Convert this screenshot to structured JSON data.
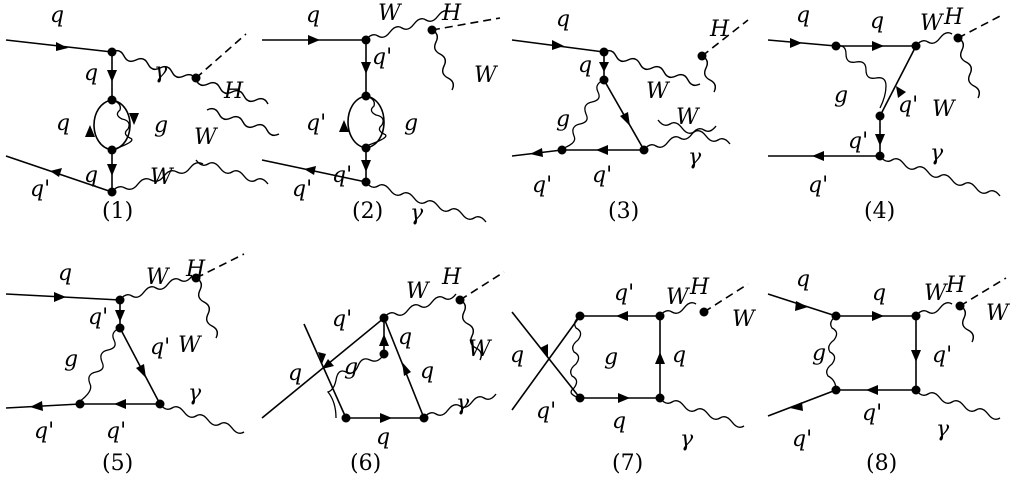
{
  "diagrams": [
    {
      "number": "(1)",
      "labels": [
        "q",
        "q",
        "q",
        "q",
        "q'",
        "γ",
        "H",
        "g",
        "W",
        "W"
      ]
    },
    {
      "number": "(2)",
      "labels": [
        "q",
        "W",
        "H",
        "W",
        "q'",
        "q'",
        "q'",
        "q'",
        "g",
        "γ"
      ]
    },
    {
      "number": "(3)",
      "labels": [
        "q",
        "H",
        "q",
        "W",
        "W",
        "g",
        "q'",
        "q'",
        "γ"
      ]
    },
    {
      "number": "(4)",
      "labels": [
        "q",
        "q",
        "W",
        "H",
        "g",
        "q'",
        "W",
        "q'",
        "γ",
        "q'"
      ]
    },
    {
      "number": "(5)",
      "labels": [
        "q",
        "W",
        "H",
        "q'",
        "g",
        "q'",
        "W",
        "q'",
        "q'",
        "γ"
      ]
    },
    {
      "number": "(6)",
      "labels": [
        "W",
        "H",
        "q'",
        "q",
        "q",
        "g",
        "q",
        "W",
        "γ",
        "q"
      ]
    },
    {
      "number": "(7)",
      "labels": [
        "q'",
        "W",
        "H",
        "W",
        "q",
        "g",
        "q",
        "q'",
        "q",
        "γ"
      ]
    },
    {
      "number": "(8)",
      "labels": [
        "q",
        "q",
        "W",
        "H",
        "W",
        "g",
        "q'",
        "q'",
        "γ",
        "q'"
      ]
    }
  ]
}
